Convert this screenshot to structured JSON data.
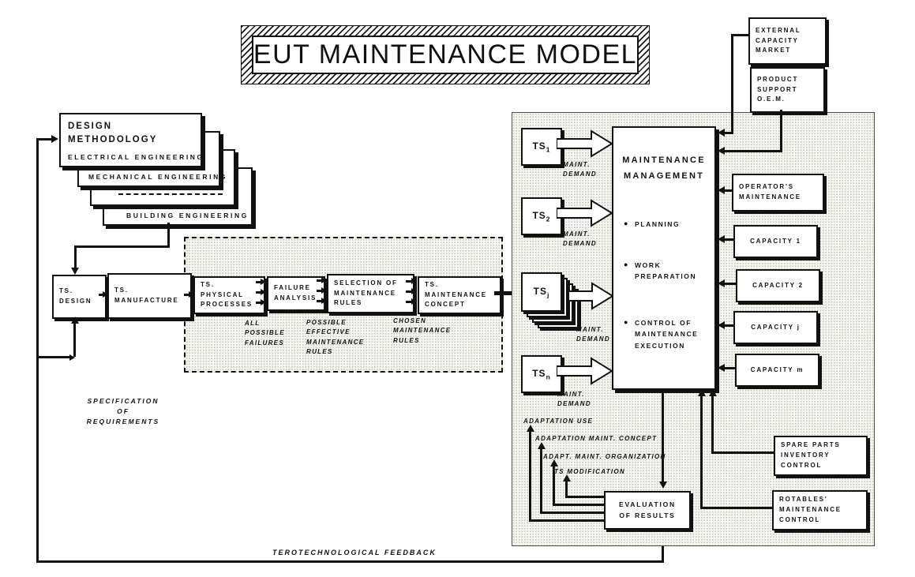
{
  "title": "EUT MAINTENANCE MODEL",
  "design_methodology": {
    "header": "DESIGN\nMETHODOLOGY",
    "layer_electrical": "ELECTRICAL ENGINEERING",
    "layer_mechanical": "MECHANICAL ENGINEERING",
    "layer_building": "BUILDING ENGINEERING"
  },
  "chain": {
    "ts_design": "TS.\nDESIGN",
    "ts_manufacture": "TS.\nMANUFACTURE",
    "ts_physical_processes": "TS.\nPHYSICAL\nPROCESSES",
    "failure_analysis": "FAILURE\nANALYSIS",
    "selection_rules": "SELECTION OF\nMAINTENANCE\nRULES",
    "ts_maintenance_concept": "TS.\nMAINTENANCE\nCONCEPT",
    "note_all_possible_failures": "ALL\nPOSSIBLE\nFAILURES",
    "note_possible_effective": "POSSIBLE\nEFFECTIVE\nMAINTENANCE\nRULES",
    "note_chosen": "CHOSEN\nMAINTENANCE\nRULES"
  },
  "labels": {
    "specification": "SPECIFICATION\nOF\nREQUIREMENTS",
    "terotechnological_feedback": "TEROTECHNOLOGICAL FEEDBACK",
    "maint_demand": "MAINT.\nDEMAND",
    "adaptation_use": "ADAPTATION USE",
    "adaptation_maint_concept": "ADAPTATION MAINT. CONCEPT",
    "adapt_maint_organization": "ADAPT. MAINT. ORGANIZATION",
    "ts_modification": "TS MODIFICATION"
  },
  "ts_units": {
    "base": "TS",
    "sub1": "1",
    "sub2": "2",
    "subj": "j",
    "subn": "n"
  },
  "management": {
    "title": "MAINTENANCE\nMANAGEMENT",
    "bullet": "●",
    "bullet_planning": "PLANNING",
    "bullet_work_preparation": "WORK\nPREPARATION",
    "bullet_control": "CONTROL OF\nMAINTENANCE\nEXECUTION"
  },
  "evaluation": "EVALUATION\nOF RESULTS",
  "external": {
    "external_capacity_market": "EXTERNAL\nCAPACITY\nMARKET",
    "product_support_oem": "PRODUCT\nSUPPORT\nO.E.M."
  },
  "resources": {
    "operators_maintenance": "OPERATOR'S\nMAINTENANCE",
    "capacity_1": "CAPACITY 1",
    "capacity_2": "CAPACITY 2",
    "capacity_j": "CAPACITY j",
    "capacity_m": "CAPACITY m",
    "spare_parts": "SPARE PARTS\nINVENTORY\nCONTROL",
    "rotables": "ROTABLES'\nMAINTENANCE\nCONTROL"
  },
  "colors": {
    "ink": "#111111",
    "paper": "#ffffff",
    "panel_bg": "#f4f4f0"
  }
}
